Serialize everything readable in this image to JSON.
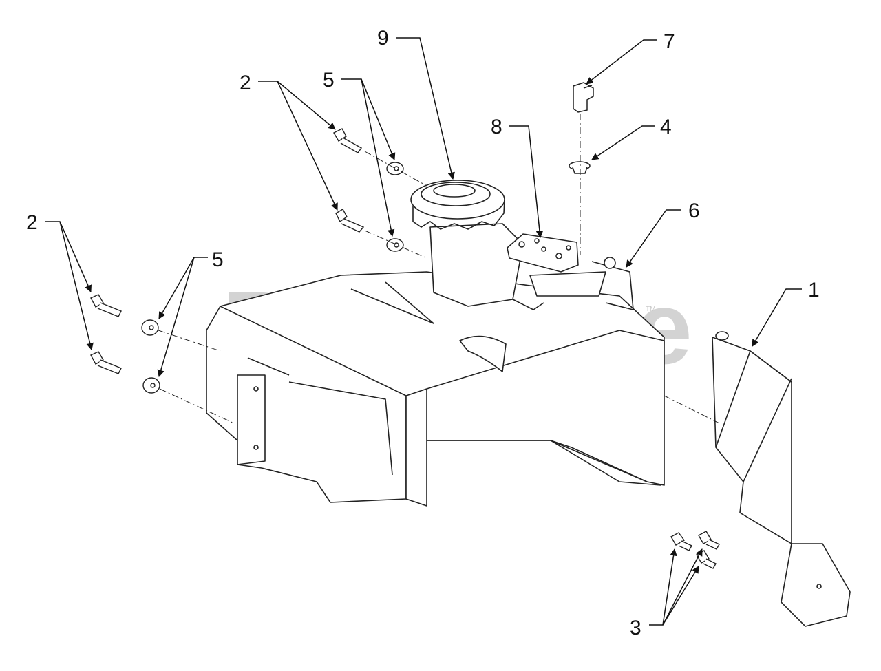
{
  "watermark": {
    "text": "PartsTree",
    "mark": "TM"
  },
  "callouts": [
    {
      "id": "c9",
      "label": "9"
    },
    {
      "id": "c2a",
      "label": "2"
    },
    {
      "id": "c5a",
      "label": "5"
    },
    {
      "id": "c7",
      "label": "7"
    },
    {
      "id": "c8",
      "label": "8"
    },
    {
      "id": "c4",
      "label": "4"
    },
    {
      "id": "c6",
      "label": "6"
    },
    {
      "id": "c2b",
      "label": "2"
    },
    {
      "id": "c5b",
      "label": "5"
    },
    {
      "id": "c1",
      "label": "1"
    },
    {
      "id": "c3",
      "label": "3"
    }
  ]
}
